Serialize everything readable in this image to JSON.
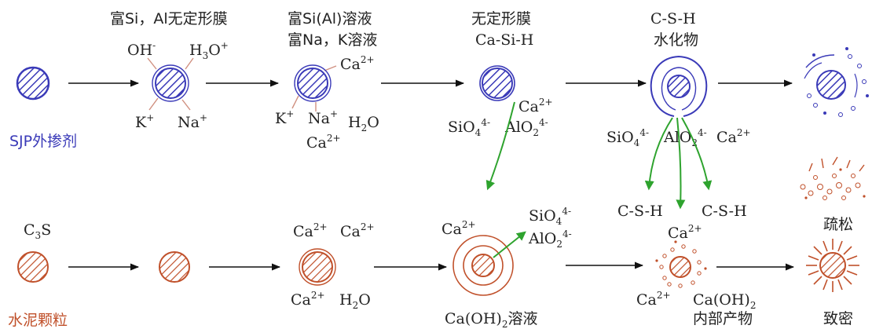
{
  "colors": {
    "blue": "#3a3ab8",
    "red": "#c0502a",
    "green": "#2ea32e",
    "text": "#222222",
    "arrow": "#111111"
  },
  "labels": {
    "sjp_name": "SJP外掺剂",
    "cement_name": "水泥颗粒",
    "c3s_main": "C",
    "c3s_sub": "3",
    "c3s_tail": "S",
    "stage2_title": "富Si，Al无定形膜",
    "oh_main": "OH",
    "oh_sup": "-",
    "h3o_h": "H",
    "h3o_sub": "3",
    "h3o_o": "O",
    "h3o_sup": "+",
    "k_main": "K",
    "k_sup": "+",
    "na_main": "Na",
    "na_sup": "+",
    "stage3_title1": "富Si(Al)溶液",
    "stage3_title2": "富Na，K溶液",
    "ca_main": "Ca",
    "ca_sup": "2+",
    "h2o_h": "H",
    "h2o_sub": "2",
    "h2o_o": "O",
    "stage4_title1": "无定形膜",
    "stage4_title2": "Ca-Si-H",
    "sio4_main": "SiO",
    "sio4_sub": "4",
    "sio4_sup": "4-",
    "alo2_main": "AlO",
    "alo2_sub": "2",
    "alo2_sup": "4-",
    "stage5_title1": "C-S-H",
    "stage5_title2": "水化物",
    "csh": "C-S-H",
    "shusong": "疏松",
    "zhimi": "致密",
    "caoh2_main": "Ca(OH)",
    "caoh2_sub": "2",
    "caoh2_solution": "溶液",
    "inner_product": "内部产物"
  }
}
